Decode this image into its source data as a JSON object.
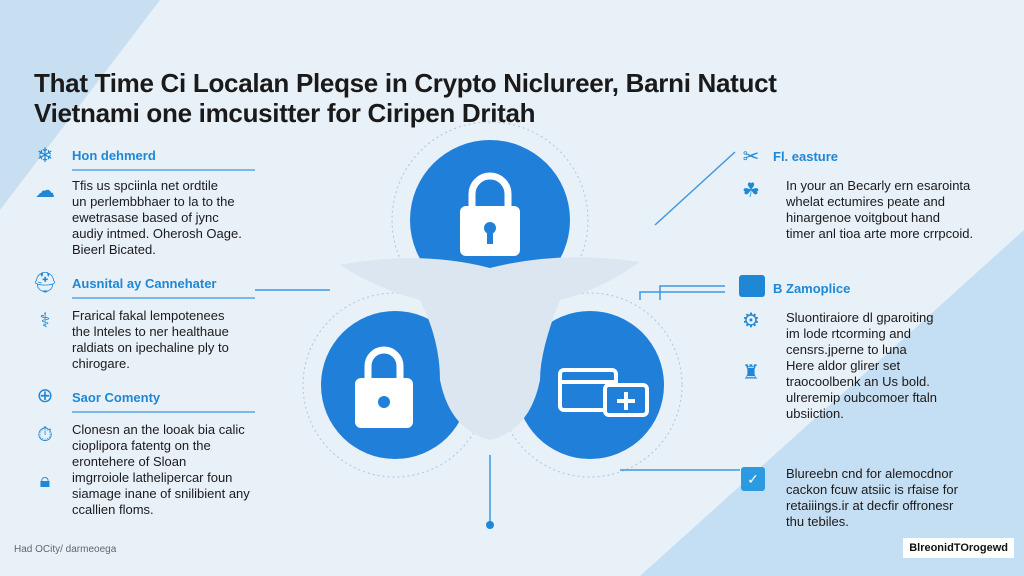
{
  "title": [
    "That Time Ci Localan Pleqse in Crypto Niclureer, Barni Natuct",
    "Vietnami one imcusitter for Ciripen Dritah"
  ],
  "left_sections": [
    {
      "heading": "Hon dehmerd",
      "body": [
        "Tfis us spciinla net ordtile",
        "un perlembbhaer to la to the",
        "ewetrasase based of jync",
        "audiy intmed. Oherosh Oage.",
        "Bieerl Bicated."
      ]
    },
    {
      "heading": "Ausnital ay Cannehater",
      "body": [
        "Frarical fakal lempotenees",
        "the lnteles to ner healthaue",
        "raldiats on ipechaline ply to",
        "chirogare."
      ]
    },
    {
      "heading": "Saor Comenty",
      "body": [
        "Clonesn an the looak bia calic",
        "cioplipora fatentg on the",
        "erontehere of Sloan",
        "imgrroiole lathelipercar foun",
        "siamage inane of snilibient any",
        "ccallien floms."
      ]
    }
  ],
  "right_sections": [
    {
      "heading": "Fl. easture",
      "body": [
        "In your an Becarly ern esarointa",
        "whelat ectumires peate and",
        "hinargenoe voitgbout hand",
        "timer anl tioa arte more crrpcoid."
      ]
    },
    {
      "heading": "B Zamoplice",
      "body": [
        "Sluontiraiore dl gparoiting",
        "im lode rtcorming and",
        "censrs.jperne to luna",
        "Here aldor glirer set",
        "traocoolbenk an Us bold.",
        "ulreremip oubcomoer ftaln",
        "ubsiiction."
      ]
    },
    {
      "heading": "",
      "body": [
        "Blureebn cnd for alemocdnor",
        "cackon fcuw atsiic is rfaise for",
        "retaiiings.ir at decfir offronesr",
        "thu tebiles."
      ]
    }
  ],
  "footer_left": "Had OCity/ darmeoega",
  "footer_badge": "BlreonidTOrogewd",
  "colors": {
    "accent": "#1e88d6",
    "circle": "#1f7fd9",
    "bg": "#e8f0f8"
  }
}
